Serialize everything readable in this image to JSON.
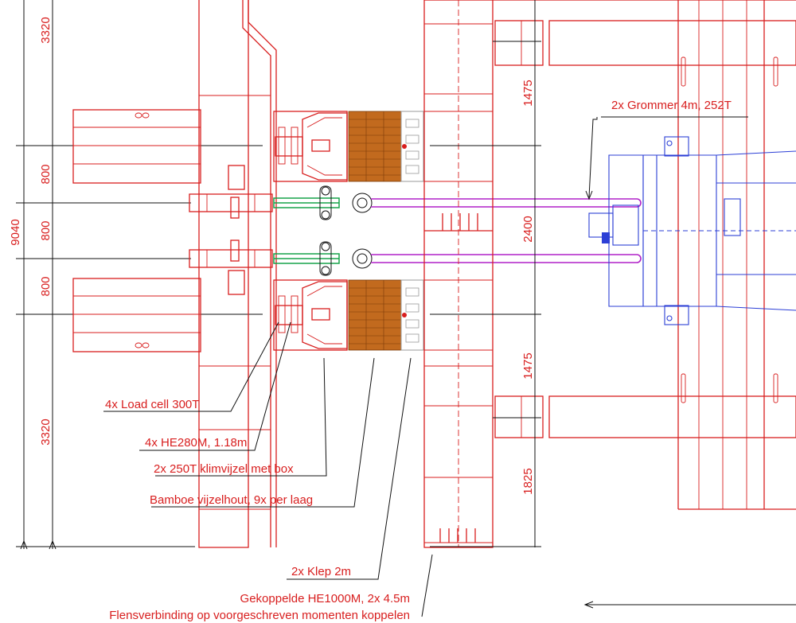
{
  "dimensions": {
    "left_outer": [
      "3320",
      "9040",
      "3320"
    ],
    "left_inner": [
      "800",
      "800",
      "800"
    ],
    "right": [
      "1475",
      "2400",
      "1475",
      "1825"
    ]
  },
  "labels": {
    "grommer": "2x Grommer 4m, 252T",
    "load_cell": "4x Load cell 300T",
    "he280m": "4x HE280M, 1.18m",
    "klimvijzel": "2x 250T klimvijzel met box",
    "bamboe": "Bamboe vijzelhout, 9x per laag",
    "klep": "2x Klep 2m",
    "gekoppelde": "Gekoppelde HE1000M, 2x 4.5m",
    "flensverbinding": "Flensverbinding op voorgeschreven momenten koppelen"
  },
  "colors": {
    "structure": "#d81e1e",
    "dimension_lines": "#111111",
    "vessel": "#2c3fd6",
    "grommets": "#b020c8",
    "load_cells": "#17a34a",
    "timber": "#c26a1e"
  }
}
